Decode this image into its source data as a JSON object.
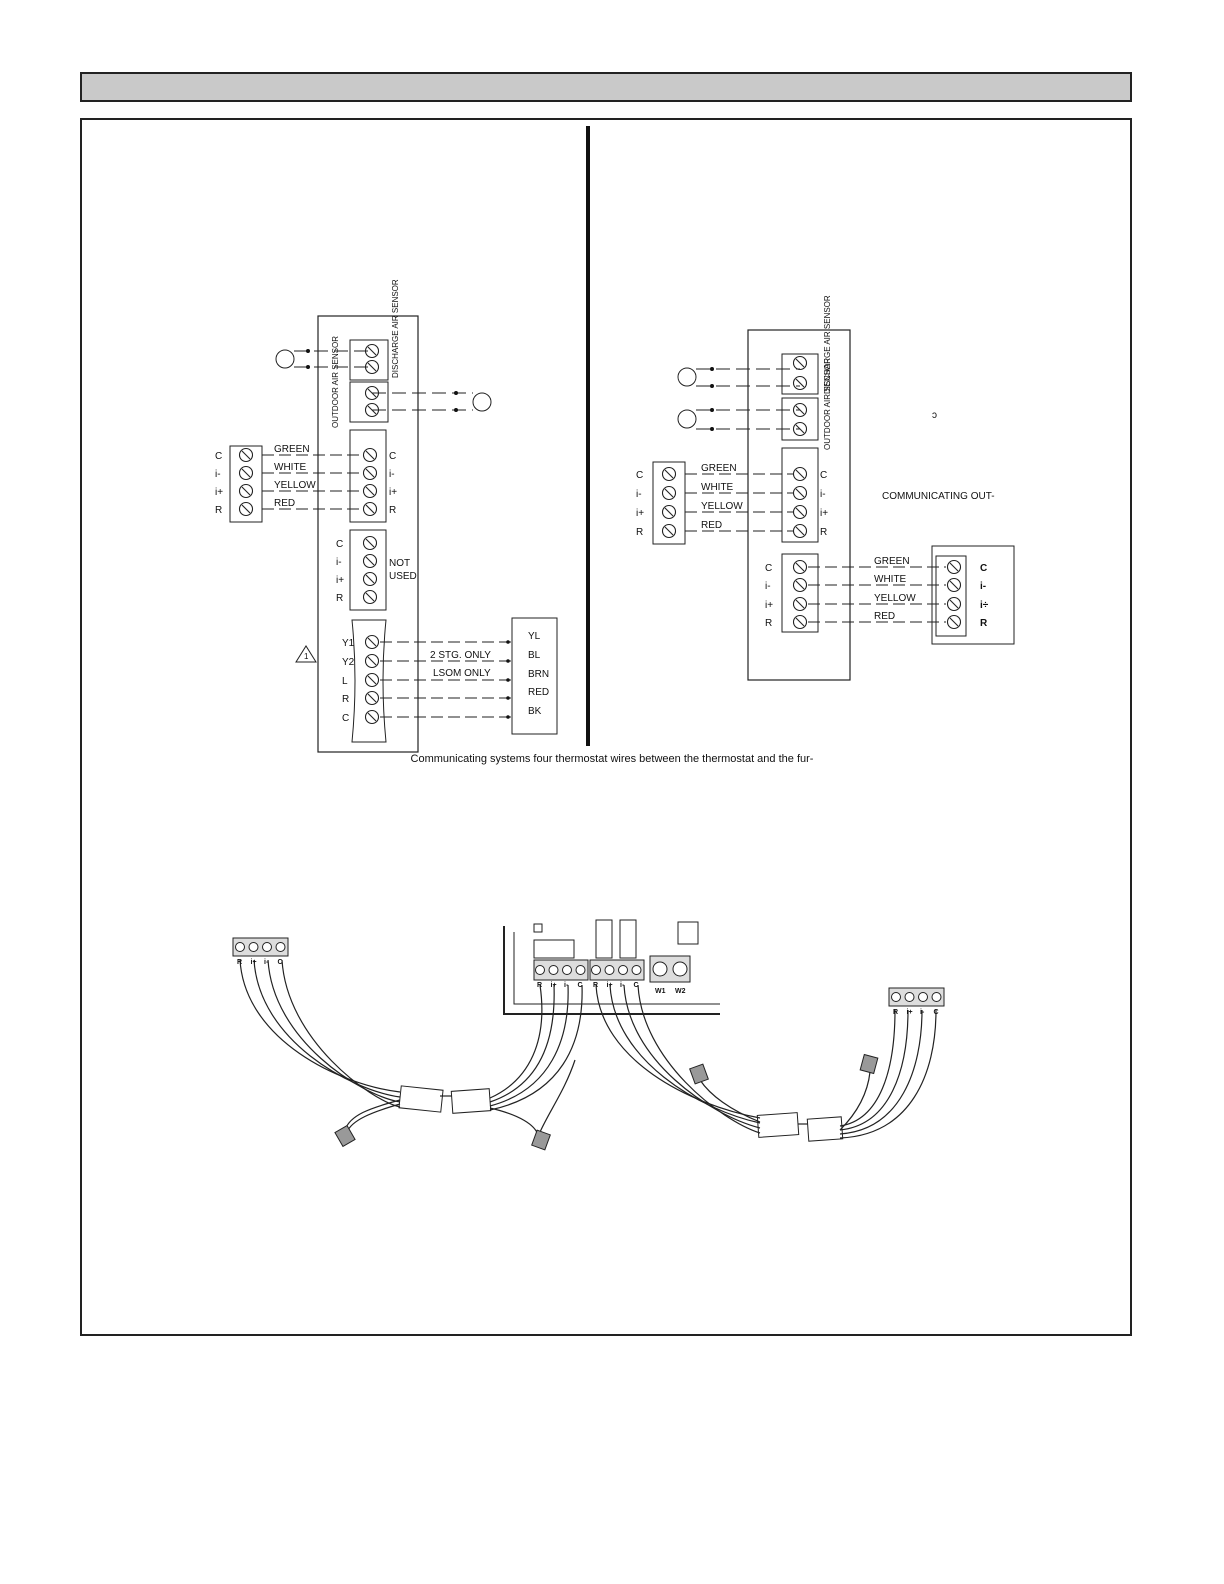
{
  "left_diagram": {
    "sensor_labels": {
      "discharge": "DISCHARGE AIR SENSOR",
      "outdoor": "OUTDOOR AIR SENSOR"
    },
    "thermostat_terminals": [
      "C",
      "i-",
      "i+",
      "R"
    ],
    "board_terminals": [
      "C",
      "i-",
      "i+",
      "R"
    ],
    "wire_colors": [
      "GREEN",
      "WHITE",
      "YELLOW",
      "RED"
    ],
    "unused_terminals": [
      "C",
      "i-",
      "i+",
      "R"
    ],
    "not_used_label": "NOT USED",
    "note_marker": "1",
    "bottom_terminals": [
      "Y1",
      "Y2",
      "L",
      "R",
      "C"
    ],
    "stage_note": "2 STG. ONLY",
    "lsom_note": "LSOM ONLY",
    "outdoor_wire_codes": [
      "YL",
      "BL",
      "BRN",
      "RED",
      "BK"
    ]
  },
  "right_diagram": {
    "sensor_labels": {
      "discharge": "DISCHARGE AIR SENSOR",
      "outdoor": "OUTDOOR AIR SENSOR"
    },
    "thermostat_terminals": [
      "C",
      "i-",
      "i+",
      "R"
    ],
    "board_terminals_top": [
      "C",
      "i-",
      "i+",
      "R"
    ],
    "board_terminals_bottom": [
      "C",
      "i-",
      "i+",
      "R"
    ],
    "wire_colors_top": [
      "GREEN",
      "WHITE",
      "YELLOW",
      "RED"
    ],
    "wire_colors_bottom": [
      "GREEN",
      "WHITE",
      "YELLOW",
      "RED"
    ],
    "out_terminals": [
      "C",
      "i-",
      "i÷",
      "R"
    ],
    "stray_mark": "ɔ",
    "communicating_out_label": "COMMUNICATING OUT-"
  },
  "caption": "Communicating systems four thermostat wires between the thermostat and the fur-",
  "harness_illustration": {
    "left_plug_labels": [
      "R",
      "i+",
      "i-",
      "C"
    ],
    "board_block_a_labels": [
      "R",
      "i+",
      "i-",
      "C"
    ],
    "board_block_b_labels": [
      "R",
      "i+",
      "i-",
      "C"
    ],
    "board_block_c_labels": [
      "W1",
      "W2"
    ],
    "right_plug_labels": [
      "R",
      "i+",
      "i-",
      "C"
    ]
  }
}
